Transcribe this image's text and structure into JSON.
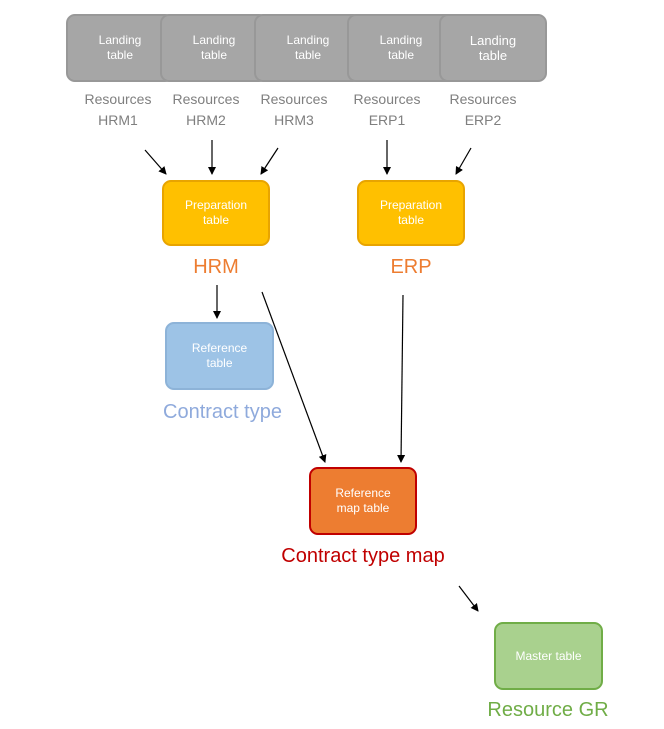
{
  "landing_tables": [
    {
      "label": "Landing\ntable",
      "source": "Resources\nHRM1"
    },
    {
      "label": "Landing\ntable",
      "source": "Resources\nHRM2"
    },
    {
      "label": "Landing\ntable",
      "source": "Resources\nHRM3"
    },
    {
      "label": "Landing\ntable",
      "source": "Resources\nERP1"
    },
    {
      "label": "Landing\ntable",
      "source": "Resources\nERP2"
    }
  ],
  "preparation": [
    {
      "label": "Preparation\ntable",
      "name": "HRM"
    },
    {
      "label": "Preparation\ntable",
      "name": "ERP"
    }
  ],
  "reference": {
    "label": "Reference\ntable",
    "name": "Contract type"
  },
  "reference_map": {
    "label": "Reference\nmap table",
    "name": "Contract type map"
  },
  "master": {
    "label": "Master table",
    "name": "Resource GR"
  },
  "colors": {
    "landing": "#a6a6a6",
    "preparation": "#ffc000",
    "preparation_label": "#ed7d31",
    "reference": "#9dc3e6",
    "reference_label": "#8faadc",
    "reference_map": "#ed7d31",
    "reference_map_label": "#c00000",
    "master": "#a9d18e",
    "master_label": "#70ad47",
    "source_label": "#7f7f7f"
  }
}
